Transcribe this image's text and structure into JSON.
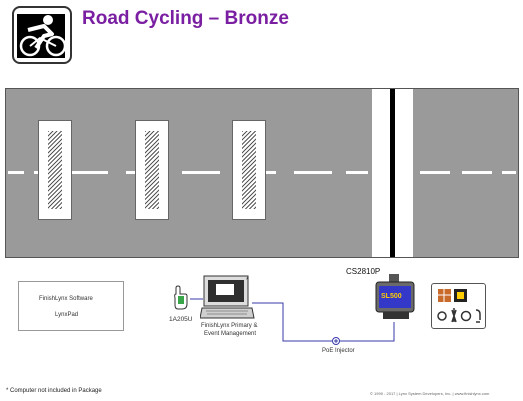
{
  "header": {
    "title": "Road Cycling – Bronze",
    "icon": "road-cycling-icon"
  },
  "colors": {
    "title": "#7a1fa2",
    "track": "#9a9a9a",
    "cable": "#3a3aa8",
    "camera_screen": "#3338c8",
    "camera_label": "#ffcc00"
  },
  "software": {
    "line1": "FinishLynx Software",
    "line2": "LynxPad"
  },
  "equipment": {
    "start_sensor_label": "1A205U",
    "computer_label_1": "FinishLynx Primary &",
    "computer_label_2": "Event Management",
    "computer_asterisk": "*",
    "camera_model": "CS2810P",
    "camera_screen_text": "SL500",
    "poe_label": "PoE Injector"
  },
  "footer": {
    "note": "* Computer not included in Package",
    "copyright": "© 1990 - 2017  |  Lynx System Developers, Inc.  |  www.finishlynx.com"
  }
}
